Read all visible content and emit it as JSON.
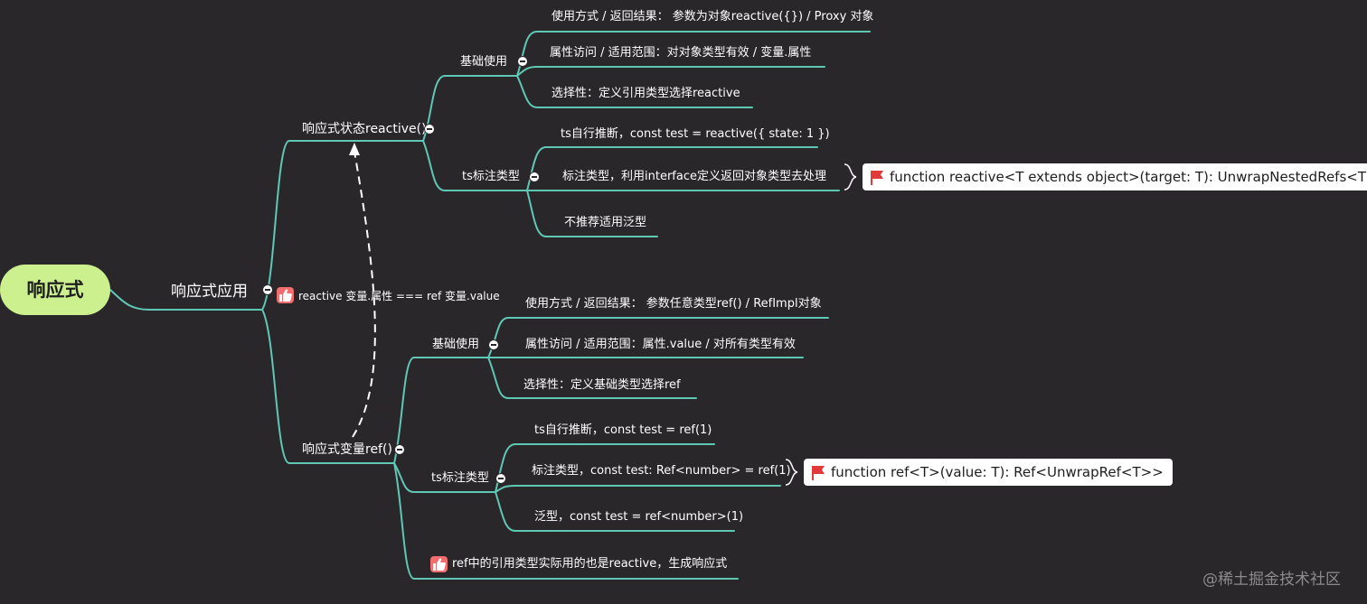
{
  "root": {
    "label": "响应式"
  },
  "main": {
    "label": "响应式应用"
  },
  "link_note": "reactive 变量.属性 === ref 变量.value",
  "reactive": {
    "label": "响应式状态reactive()",
    "basic": {
      "label": "基础使用",
      "items": [
        "使用方式 / 返回结果： 参数为对象reactive({}) / Proxy 对象",
        "属性访问 / 适用范围：对对象类型有效 / 变量.属性",
        "选择性：定义引用类型选择reactive"
      ]
    },
    "ts": {
      "label": "ts标注类型",
      "items": [
        "ts自行推断，const test = reactive({ state: 1 })",
        "标注类型，利用interface定义返回对象类型去处理",
        "不推荐适用泛型"
      ],
      "callout": "function reactive<T extends object>(target: T): UnwrapNestedRefs<T>"
    }
  },
  "ref": {
    "label": "响应式变量ref()",
    "basic": {
      "label": "基础使用",
      "items": [
        "使用方式 / 返回结果： 参数任意类型ref() / RefImpl对象",
        "属性访问 / 适用范围：属性.value / 对所有类型有效",
        "选择性：定义基础类型选择ref"
      ]
    },
    "ts": {
      "label": "ts标注类型",
      "items": [
        "ts自行推断，const  test = ref(1)",
        "标注类型，const test: Ref<number> = ref(1)",
        "泛型，const test = ref<number>(1)"
      ],
      "callout": "function ref<T>(value: T): Ref<UnwrapRef<T>>"
    },
    "note": "ref中的引用类型实际用的也是reactive，生成响应式"
  },
  "watermark": "@稀土掘金技术社区",
  "colors": {
    "background": "#2a272b",
    "branch": "#5fc8b4",
    "root_fill": "#cdf08e",
    "flag": "#e23a3a",
    "thumb": "#f26d6d"
  },
  "icons": [
    "collapse-icon",
    "flag-icon",
    "thumbs-up-icon",
    "brace-icon"
  ]
}
